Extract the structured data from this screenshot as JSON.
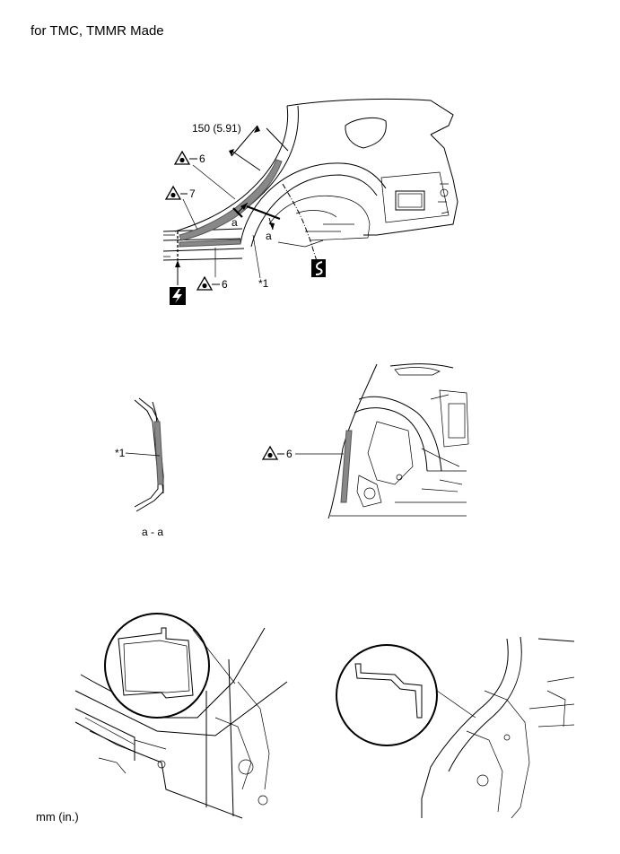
{
  "header": {
    "title": "for TMC, TMMR Made"
  },
  "top_view": {
    "dimension": "150 (5.91)",
    "callouts": [
      {
        "symbol": "sealer-triangle",
        "value": "6"
      },
      {
        "symbol": "sealer-triangle",
        "value": "7"
      },
      {
        "symbol": "sealer-triangle",
        "value": "6"
      }
    ],
    "section_marks": [
      "a",
      "a"
    ],
    "part_ref": "*1"
  },
  "section_view": {
    "part_ref": "*1",
    "caption": "a - a"
  },
  "detail_view": {
    "callout_value": "6"
  },
  "footer": {
    "units": "mm (in.)"
  }
}
